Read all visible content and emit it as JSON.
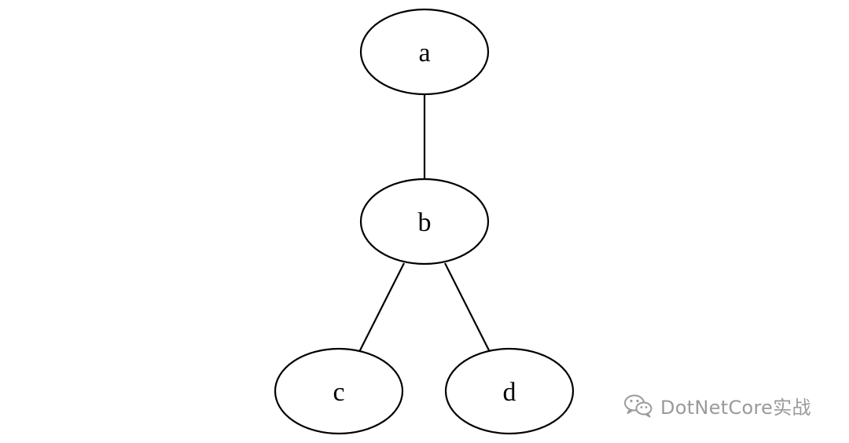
{
  "diagram": {
    "type": "tree",
    "nodes": [
      {
        "id": "a",
        "label": "a"
      },
      {
        "id": "b",
        "label": "b"
      },
      {
        "id": "c",
        "label": "c"
      },
      {
        "id": "d",
        "label": "d"
      }
    ],
    "edges": [
      {
        "from": "a",
        "to": "b"
      },
      {
        "from": "b",
        "to": "c"
      },
      {
        "from": "b",
        "to": "d"
      }
    ]
  },
  "watermark": {
    "icon": "wechat-icon",
    "text": "DotNetCore实战",
    "color": "#9a9a9a"
  }
}
